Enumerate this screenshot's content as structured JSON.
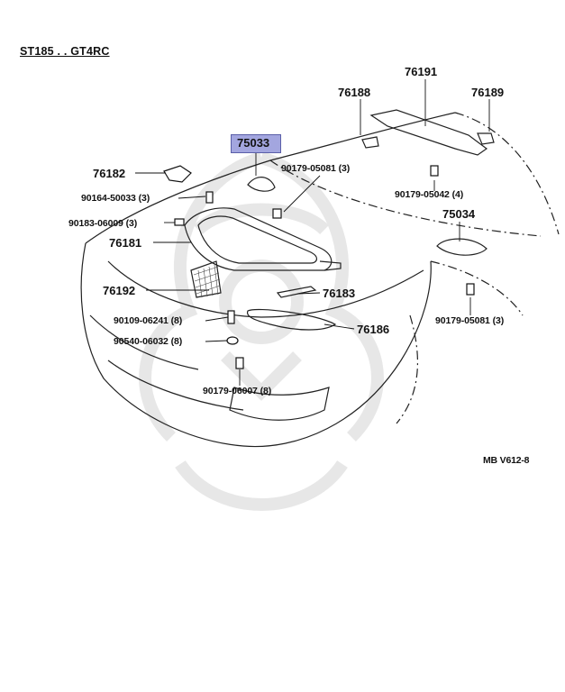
{
  "header": {
    "model": "ST185 . . GT4RC"
  },
  "diagram_code": "MB V612-8",
  "highlight": {
    "part": "75033",
    "color": "#a3a6df"
  },
  "parts": {
    "p76191": "76191",
    "p76188": "76188",
    "p76189": "76189",
    "p75033": "75033",
    "p76182": "76182",
    "p76181": "76181",
    "p75034": "75034",
    "p76192": "76192",
    "p76183": "76183",
    "p76186": "76186"
  },
  "fasteners": {
    "f_90179_05081_a": "90179-05081 (3)",
    "f_90164_50033": "90164-50033 (3)",
    "f_90183_06009": "90183-06009 (3)",
    "f_90179_05042": "90179-05042 (4)",
    "f_90109_06241": "90109-06241 (8)",
    "f_90540_06032": "90540-06032 (8)",
    "f_90179_05081_b": "90179-05081 (3)",
    "f_90179_06007": "90179-06007 (8)"
  }
}
